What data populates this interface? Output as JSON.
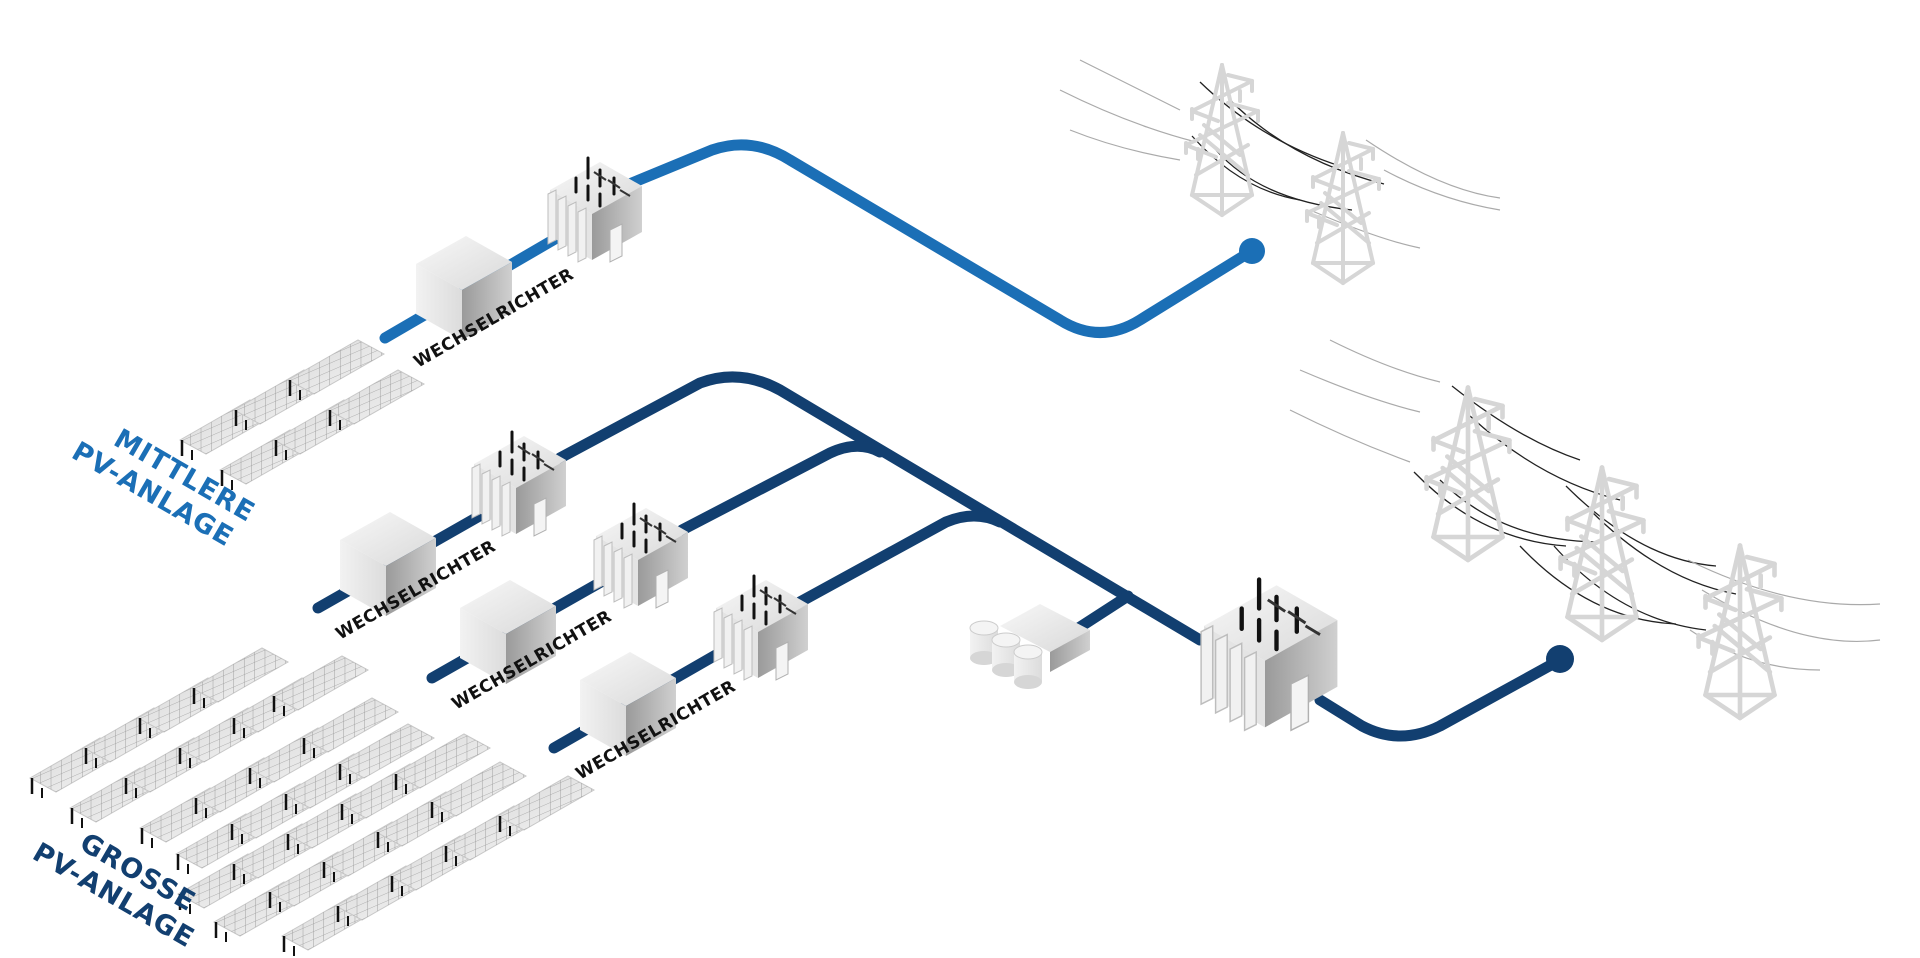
{
  "diagram": {
    "title": "PV-Anlagen Netzanschluss",
    "sections": [
      {
        "id": "mittlere",
        "line1": "MITTLERE",
        "line2": "PV-ANLAGE",
        "color": "#1b6fb6"
      },
      {
        "id": "grosse",
        "line1": "GROSSE",
        "line2": "PV-ANLAGE",
        "color": "#123f70"
      }
    ],
    "inverter_labels": [
      "WECHSELRICHTER",
      "WECHSELRICHTER",
      "WECHSELRICHTER",
      "WECHSELRICHTER"
    ],
    "colors": {
      "cable_mid": "#1b6fb6",
      "cable_large": "#123f70",
      "equipment": "#e6e6e6",
      "pylon": "#d6d6d6"
    },
    "components": {
      "solar_panel": "solar-panel-icon",
      "inverter": "inverter-box-icon",
      "transformer": "transformer-icon",
      "storage": "storage-tanks-icon",
      "pylon": "power-pylon-icon",
      "grid_connection": "grid-connection-point-icon"
    }
  }
}
